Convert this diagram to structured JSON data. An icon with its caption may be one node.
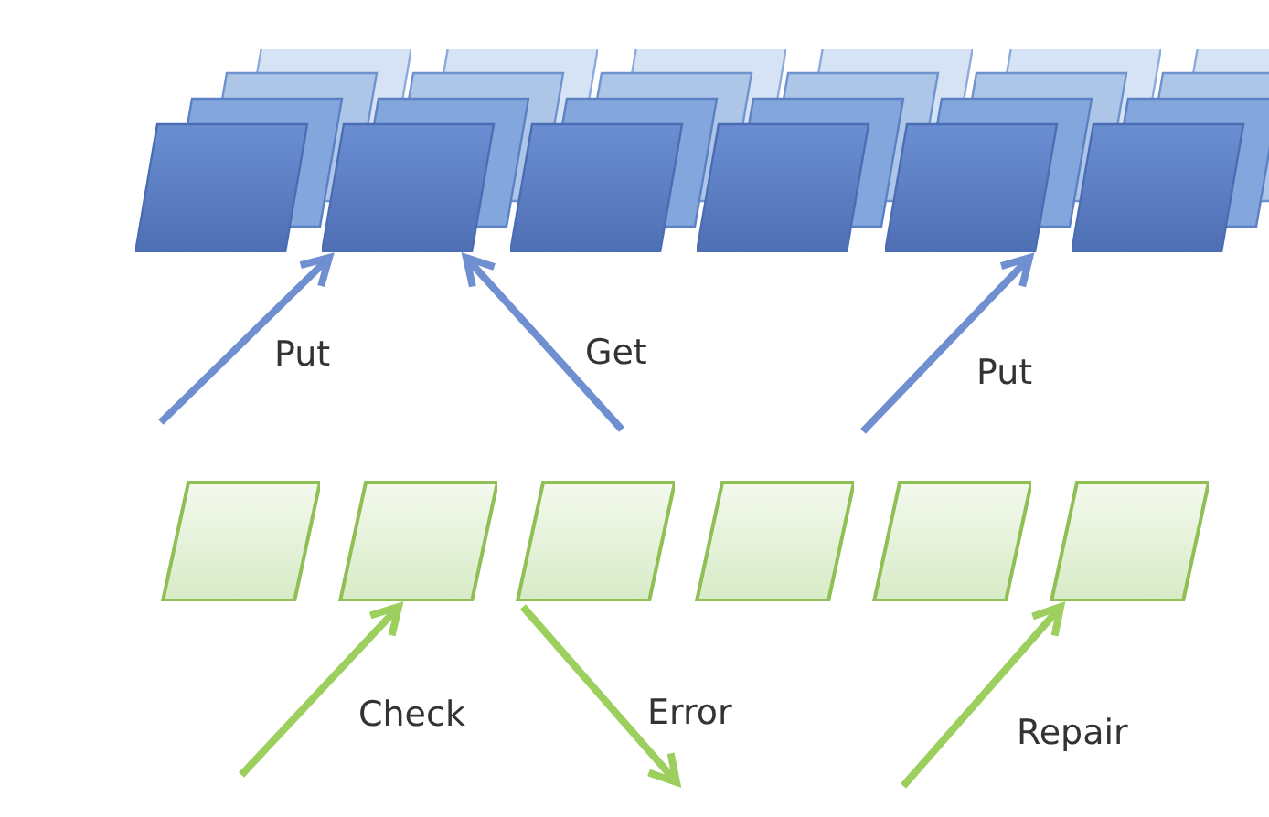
{
  "diagram": {
    "nodes": [
      {
        "text": [],
        "shape": "box"
      },
      {
        "text": [],
        "shape": "box"
      },
      {
        "text": [],
        "shape": "box"
      },
      {
        "text": [],
        "shape": "box"
      },
      {
        "text": [],
        "shape": "box"
      },
      {
        "text": [],
        "shape": "box"
      },
      {
        "text": [],
        "shape": "box"
      },
      {
        "text": [],
        "shape": "box"
      },
      {
        "text": [],
        "shape": "box"
      },
      {
        "text": [],
        "shape": "box"
      },
      {
        "text": [],
        "shape": "box"
      },
      {
        "text": [],
        "shape": "box"
      }
    ],
    "edges": [
      {
        "from": null,
        "to": 1,
        "arrow": "to",
        "label": "Put"
      },
      {
        "from": null,
        "to": 1,
        "arrow": "to",
        "label": "Get"
      },
      {
        "from": null,
        "to": 4,
        "arrow": "to",
        "label": "Put"
      },
      {
        "from": null,
        "to": 7,
        "arrow": "to",
        "label": "Check",
        "color": "#9dcf5f"
      },
      {
        "from": 8,
        "to": null,
        "arrow": "to",
        "label": "Error",
        "color": "#9dcf5f"
      },
      {
        "from": null,
        "to": 11,
        "arrow": "to",
        "label": "Repair",
        "color": "#9dcf5f"
      }
    ]
  }
}
